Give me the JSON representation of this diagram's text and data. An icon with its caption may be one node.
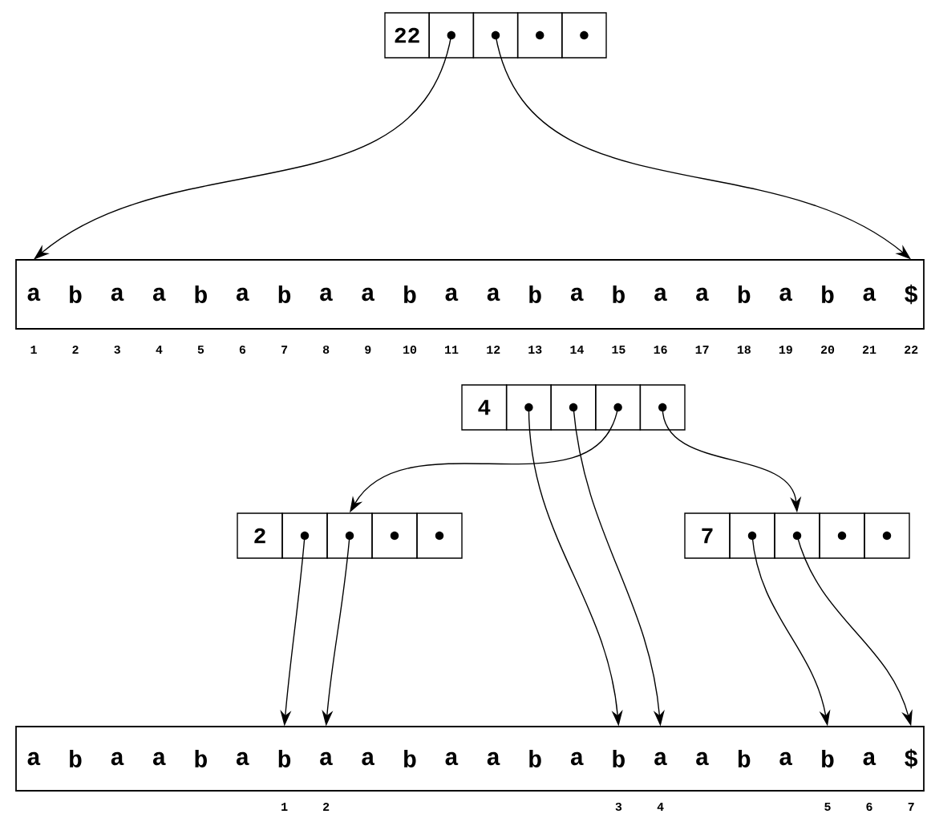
{
  "diagram": {
    "nodes": [
      {
        "text": [
          "22"
        ]
      },
      {
        "text": [],
        "shape": "box"
      },
      {
        "text": [],
        "shape": "box"
      },
      {
        "text": [],
        "shape": "box"
      },
      {
        "text": [],
        "shape": "box"
      },
      {
        "text": [],
        "shape": "box"
      },
      {
        "text": [
          "a"
        ],
        "in": 5
      },
      {
        "text": [
          "b"
        ],
        "in": 5
      },
      {
        "text": [
          "a"
        ],
        "in": 5
      },
      {
        "text": [
          "a"
        ],
        "in": 5
      },
      {
        "text": [
          "b"
        ],
        "in": 5
      },
      {
        "text": [
          "a"
        ],
        "in": 5
      },
      {
        "text": [
          "b"
        ],
        "in": 5
      },
      {
        "text": [
          "a"
        ],
        "in": 5
      },
      {
        "text": [
          "a"
        ],
        "in": 5
      },
      {
        "text": [
          "b"
        ],
        "in": 5
      },
      {
        "text": [
          "a"
        ],
        "in": 5
      },
      {
        "text": [
          "a"
        ],
        "in": 5
      },
      {
        "text": [
          "b"
        ],
        "in": 5
      },
      {
        "text": [
          "a"
        ],
        "in": 5
      },
      {
        "text": [
          "b"
        ],
        "in": 5
      },
      {
        "text": [
          "a"
        ],
        "in": 5
      },
      {
        "text": [
          "a"
        ],
        "in": 5
      },
      {
        "text": [
          "b"
        ],
        "in": 5
      },
      {
        "text": [
          "a"
        ],
        "in": 5
      },
      {
        "text": [
          "b"
        ],
        "in": 5
      },
      {
        "text": [
          "a"
        ],
        "in": 5
      },
      {
        "text": [
          "$"
        ],
        "in": 5
      },
      {
        "text": [
          "4"
        ]
      },
      {
        "text": [],
        "shape": "box"
      },
      {
        "text": [],
        "shape": "box"
      },
      {
        "text": [],
        "shape": "box"
      },
      {
        "text": [],
        "shape": "box"
      },
      {
        "text": [
          "2"
        ]
      },
      {
        "text": [],
        "shape": "box"
      },
      {
        "text": [],
        "shape": "box"
      },
      {
        "text": [],
        "shape": "box"
      },
      {
        "text": [],
        "shape": "box"
      },
      {
        "text": [
          "7"
        ]
      },
      {
        "text": [],
        "shape": "box"
      },
      {
        "text": [],
        "shape": "box"
      },
      {
        "text": [],
        "shape": "box"
      },
      {
        "text": [],
        "shape": "box"
      },
      {
        "text": [],
        "shape": "box"
      },
      {
        "text": [
          "a"
        ],
        "in": 43
      },
      {
        "text": [
          "b"
        ],
        "in": 43
      },
      {
        "text": [
          "a"
        ],
        "in": 43
      },
      {
        "text": [
          "a"
        ],
        "in": 43
      },
      {
        "text": [
          "b"
        ],
        "in": 43
      },
      {
        "text": [
          "a"
        ],
        "in": 43
      },
      {
        "text": [
          "b"
        ],
        "in": 43
      },
      {
        "text": [
          "a"
        ],
        "in": 43
      },
      {
        "text": [
          "a"
        ],
        "in": 43
      },
      {
        "text": [
          "b"
        ],
        "in": 43
      },
      {
        "text": [
          "a"
        ],
        "in": 43
      },
      {
        "text": [
          "a"
        ],
        "in": 43
      },
      {
        "text": [
          "b"
        ],
        "in": 43
      },
      {
        "text": [
          "a"
        ],
        "in": 43
      },
      {
        "text": [
          "b"
        ],
        "in": 43
      },
      {
        "text": [
          "a"
        ],
        "in": 43
      },
      {
        "text": [
          "a"
        ],
        "in": 43
      },
      {
        "text": [
          "b"
        ],
        "in": 43
      },
      {
        "text": [
          "a"
        ],
        "in": 43
      },
      {
        "text": [
          "b"
        ],
        "in": 43
      },
      {
        "text": [
          "a"
        ],
        "in": 43
      },
      {
        "text": [
          "$"
        ],
        "in": 43
      }
    ],
    "edges": [
      {
        "from": 1,
        "to": 6,
        "arrow": "to"
      },
      {
        "from": 2,
        "to": 27,
        "arrow": "to"
      },
      {
        "from": 29,
        "to": 58,
        "arrow": "to"
      },
      {
        "from": 30,
        "to": 59,
        "arrow": "to"
      },
      {
        "from": 31,
        "to": 35,
        "arrow": "to"
      },
      {
        "from": 32,
        "to": 40,
        "arrow": "to"
      },
      {
        "from": 34,
        "to": 50,
        "arrow": "to"
      },
      {
        "from": 35,
        "to": 51,
        "arrow": "to"
      },
      {
        "from": 39,
        "to": 63,
        "arrow": "to"
      },
      {
        "from": 40,
        "to": 65,
        "arrow": "to"
      }
    ],
    "labels": [
      "1",
      "2",
      "3",
      "4",
      "5",
      "6",
      "7",
      "8",
      "9",
      "10",
      "11",
      "12",
      "13",
      "14",
      "15",
      "16",
      "17",
      "18",
      "19",
      "20",
      "21",
      "22",
      "1",
      "2",
      "3",
      "4",
      "5",
      "6",
      "7"
    ]
  }
}
